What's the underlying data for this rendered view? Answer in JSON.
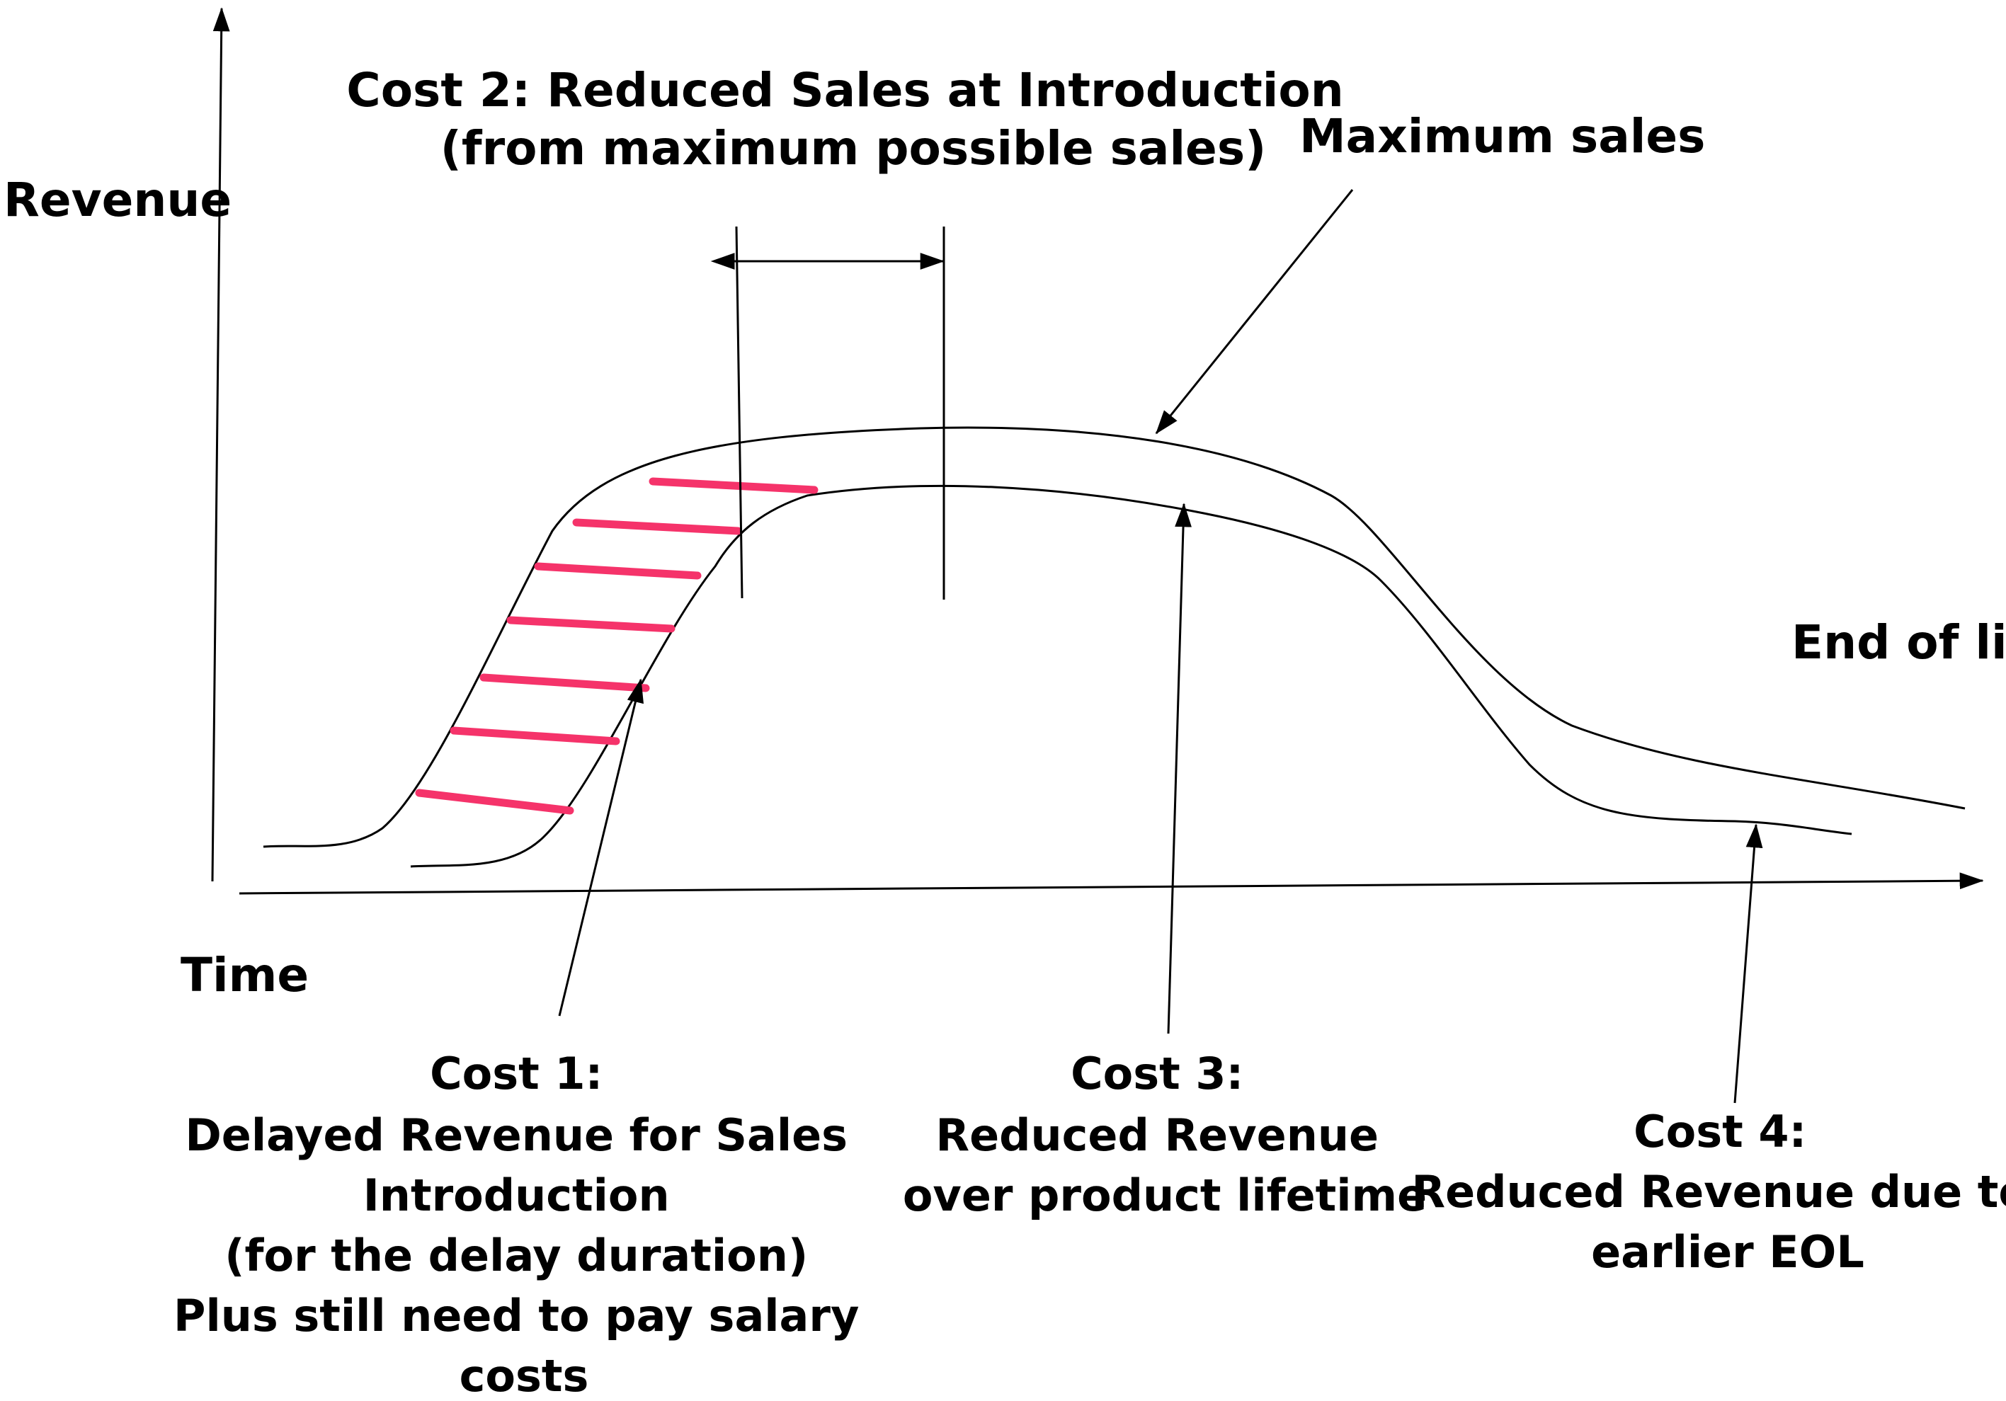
{
  "labels": {
    "y_axis": "Revenue",
    "x_axis": "Time",
    "end_of_life": "End of life",
    "maximum_sales": "Maximum sales",
    "cost2": [
      "Cost 2: Reduced Sales at Introduction",
      "(from maximum possible sales)"
    ],
    "cost1": [
      "Cost 1:",
      "Delayed Revenue for Sales",
      "Introduction",
      "(for the delay duration)",
      "Plus still need to pay salary",
      "costs"
    ],
    "cost3": [
      "Cost 3:",
      "Reduced Revenue",
      "over product lifetime"
    ],
    "cost4": [
      "Cost 4:",
      "Reduced Revenue due to",
      "earlier EOL"
    ]
  },
  "colors": {
    "line": "#000000",
    "hatch": "#f5336a",
    "background": "#ffffff"
  }
}
